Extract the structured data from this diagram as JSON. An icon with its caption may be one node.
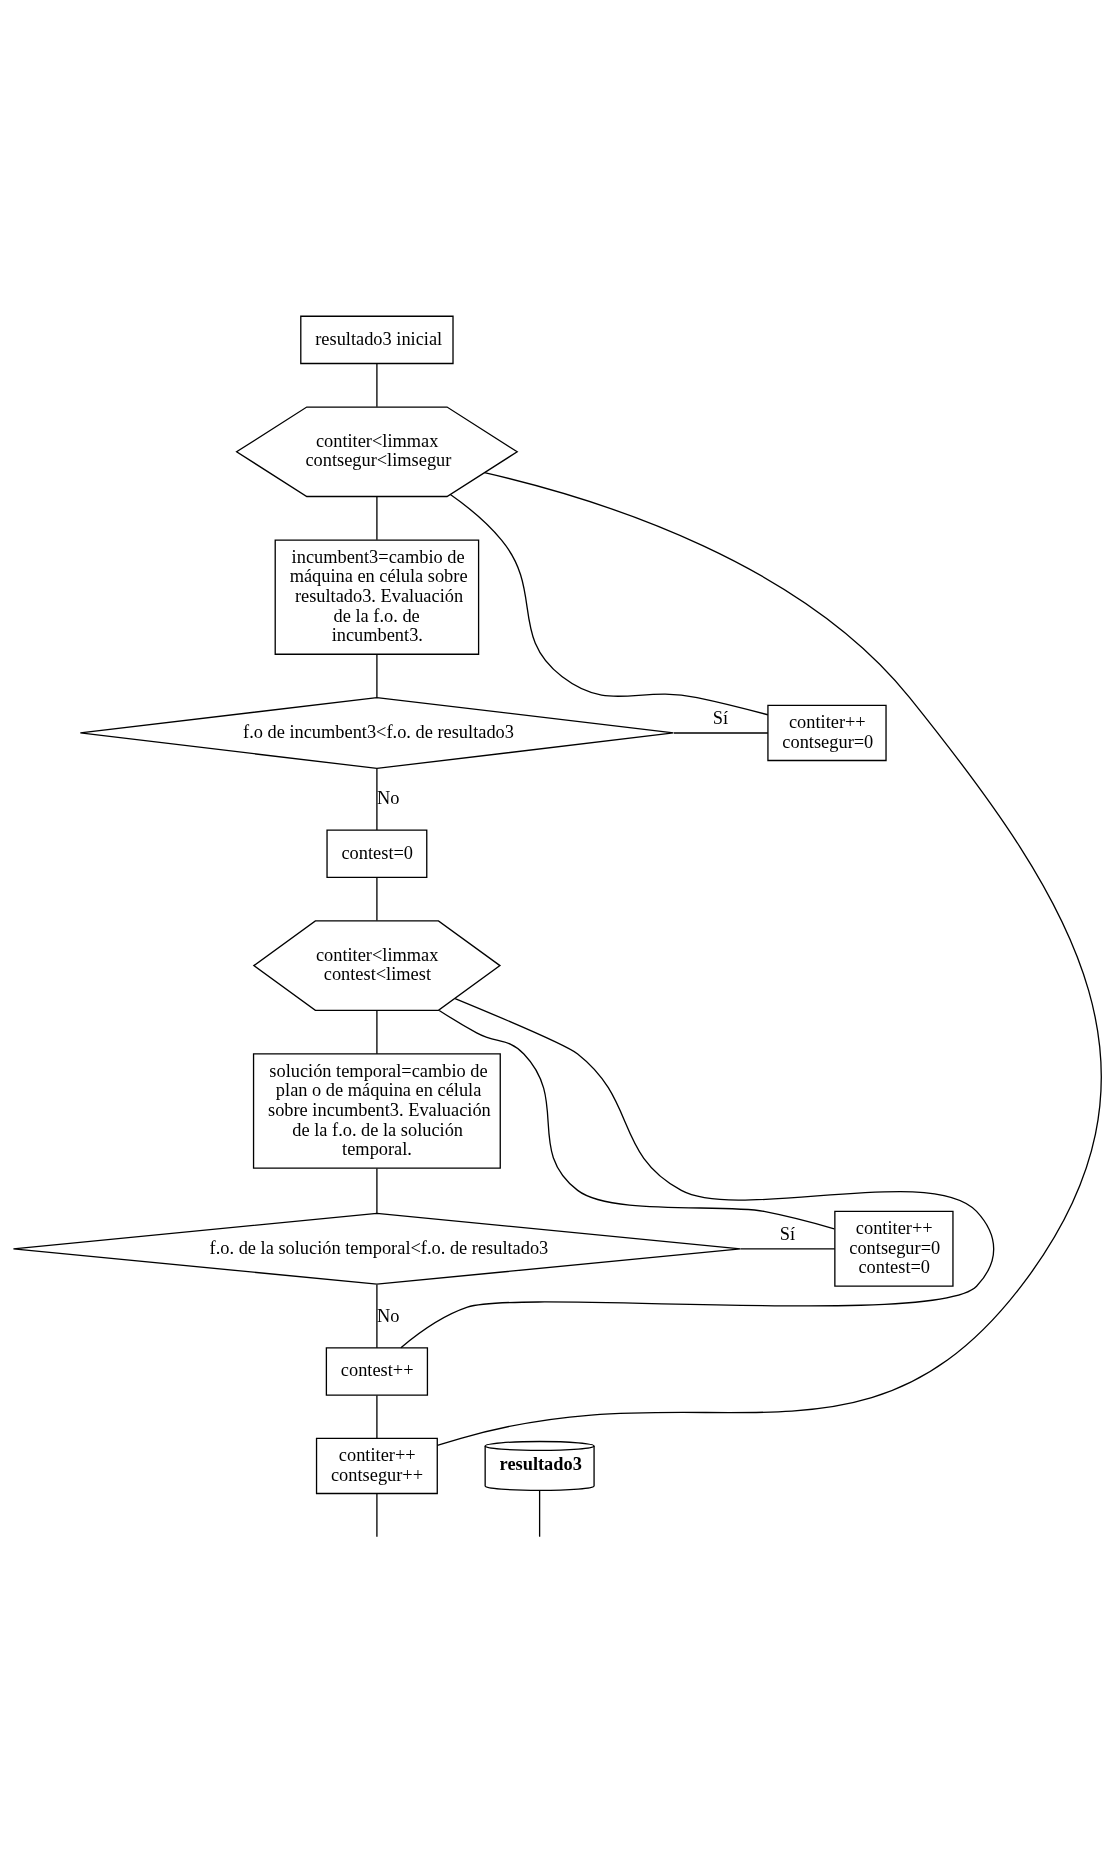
{
  "diagram": {
    "nodes": [
      {
        "text": [
          "resultado3 inicial"
        ]
      },
      {
        "text": [
          "contiter<limmax contsegur<limsegur"
        ]
      },
      {
        "text": [
          "incumbent3=cambio de máquina en célula sobre resultado3. Evaluación de la f.o. de incumbent3."
        ]
      },
      {
        "text": [
          "f.o de incumbent3<f.o. de resultado3"
        ]
      },
      {
        "text": [
          "contiter++ contsegur=0"
        ]
      },
      {
        "text": [
          "contest=0"
        ]
      },
      {
        "text": [
          "contiter<limmax contest<limest"
        ]
      },
      {
        "text": [
          "solución temporal=cambio de plan o de máquina en célula sobre incumbent3. Evaluación de la f.o. de la solución temporal."
        ]
      },
      {
        "text": [
          "f.o. de la solución temporal<f.o. de resultado3"
        ]
      },
      {
        "text": [
          "contiter++ contsegur=0 contest=0"
        ]
      },
      {
        "text": [
          "contest++"
        ]
      },
      {
        "text": [
          "contiter++ contsegur++"
        ]
      },
      {
        "text": [
          "resultado3"
        ]
      }
    ],
    "edges": [
      {
        "from": 0,
        "to": 1,
        "arrow": "none"
      },
      {
        "from": 1,
        "to": 2,
        "arrow": "none"
      },
      {
        "from": 2,
        "to": 3,
        "arrow": "none"
      },
      {
        "from": 3,
        "to": 4,
        "arrow": "none",
        "label": "Sí"
      },
      {
        "from": 4,
        "to": 1,
        "arrow": "none"
      },
      {
        "from": 3,
        "to": 5,
        "arrow": "none",
        "label": "No"
      },
      {
        "from": 5,
        "to": 6,
        "arrow": "none"
      },
      {
        "from": 6,
        "to": 7,
        "arrow": "none"
      },
      {
        "from": 7,
        "to": 8,
        "arrow": "none"
      },
      {
        "from": 8,
        "to": 9,
        "arrow": "none",
        "label": "Sí"
      },
      {
        "from": 9,
        "to": 6,
        "arrow": "none"
      },
      {
        "from": 8,
        "to": 10,
        "arrow": "none",
        "label": "No"
      },
      {
        "from": 10,
        "to": 6,
        "arrow": "none"
      },
      {
        "from": 10,
        "to": 11,
        "arrow": "none"
      },
      {
        "from": 11,
        "to": 1,
        "arrow": "none"
      },
      {
        "from": 11,
        "to": null,
        "arrow": "none"
      },
      {
        "from": 12,
        "to": null,
        "arrow": "none"
      }
    ]
  }
}
